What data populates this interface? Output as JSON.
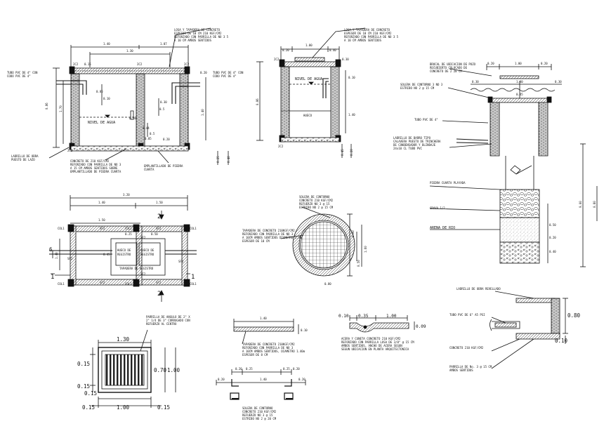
{
  "view1": {
    "dims": {
      "w1": "1.40",
      "w2": "1.07",
      "w3": "1.30",
      "d015": "0.15",
      "d085": "0.85",
      "d020": "0.20",
      "d010": "0.10",
      "d040": "0.40",
      "d030": "0.30",
      "d05": "0.5",
      "h086": "0.86",
      "h170": "1.70",
      "h140": "1.40",
      "h020b": "0.20",
      "h5": "0.5",
      "d044": "0.44",
      "d005": "0.05",
      "d020c": "0.20",
      "d025": "0.25"
    },
    "labels": {
      "losa_title": "LOSA Y TAPADERA DE CONCRETO",
      "losa_1": "ESPESOR DE 10 CM 210 KGF/CM2",
      "losa_2": "REFORZADO CON PARRILLA DE NO 3 5",
      "losa_3": "A 10 CM AMBOS SENTIDOS",
      "tubo_l1": "TUBO PVC DE 4\" CON",
      "tubo_l2": "CODO PVC DE 4\"",
      "tubo_r1": "TUBO PVC DE 4\" CON",
      "tubo_r2": "CODO PVC DE 4\"",
      "nivel": "NIVEL DE AGUA",
      "ladrillo1": "LADRILLO DE OBRA",
      "ladrillo2": "PUESTO DE LAZO",
      "concreto1": "CONCRETO DE 210 KGF/CM2",
      "concreto2": "REFORZADO CON PARRILLA DE NO 3",
      "concreto3": "A 15 CM AMBOS SENTIDOS SOBRE",
      "concreto4": "EMPLANTILLADO DE PIEDRA CUARTA",
      "empl1": "EMPLANTILLADO DE PIEDRA",
      "empl2": "CUARTA",
      "c2": "2C2",
      "c2b": "2C2",
      "c2c": "2C2",
      "c2d": "2C2"
    }
  },
  "view2": {
    "dims": {
      "d020": "0.20",
      "d100": "1.00",
      "d040": "0.40",
      "h086": "0.86",
      "h140": "1.40",
      "h030": "0.30",
      "h010": "0.10",
      "h045": "0.45",
      "h020": "0.20"
    },
    "labels": {
      "losa_title": "LOSA Y TAPADERA DE CONCRETO",
      "losa_1": "ESPESOR DE 10 CM 210 KGF/CM2",
      "losa_2": "REFORZADO CON PARRILLA DE NO 3 5",
      "losa_3": "A 10 CM AMBOS SENTIDOS",
      "nivel": "NIVEL DE AGUA",
      "hueco": "HUECO",
      "c2": "2C2",
      "c2b": "2C2"
    }
  },
  "view3": {
    "dims": {
      "d020": "0.20",
      "d100": "1.00",
      "d020b": "0.20",
      "d030": "0.30",
      "d140": "1.40",
      "d020c": "0.20",
      "d045": "0.45",
      "d030b": "0.30",
      "h900": "9.00",
      "h080": "0.80",
      "h050": "0.50",
      "h020": "0.20",
      "h040": "0.40"
    },
    "labels": {
      "brocal1": "BROCAL DE UBICACION DE POZO",
      "brocal2": "RECUBIERTO COLOCADO DE",
      "brocal3": "CONCRETO DE 2 20 CM",
      "solera1": "SOLERA DE CONTORNO 3 NO 3",
      "solera2": "ESTRIBO NO 2 @ 15 CM",
      "tubo": "TUBO PVC DE 4\"",
      "lad1": "LADRILLO DE BARRO TIPO",
      "lad2": "CALAVERA PUESTO DE TRINCHERA",
      "lad3": "DE CONDENSADOR Y BLINDAJE",
      "lad4": "24x10 CL TUBO PVC",
      "piedra": "PIEDRA CUARTA PLAYADA",
      "grava": "GRAVA 1/2",
      "arena": "ARENA DE RIO"
    }
  },
  "view4": {
    "dims": {
      "total": "3.20",
      "a": "1.40",
      "b": "1.50",
      "c": "1.50",
      "d": "0.25",
      "e": "0.50",
      "f": "1.40",
      "g": "0.45"
    },
    "labels": {
      "c1": "COL1",
      "c1b": "COL1",
      "c1c": "COL1",
      "c1d": "COL1",
      "c1e": "COL1",
      "c1f": "COL1",
      "sf1": "SF2",
      "sf2": "SF2",
      "sf3": "SF2",
      "sf4": "SF2",
      "sf5": "SF2",
      "sf6": "SF2",
      "sf7": "SF2",
      "sf8": "SF2",
      "hueco1": "HUECO DE",
      "hueco1b": "REGISTRO",
      "hueco2": "HUECO DE",
      "hueco2b": "REGISTRO",
      "tapadera": "TAPADERA DE REGISTRO",
      "sec1": "1",
      "sec1b": "1",
      "sec2": "2",
      "sec2b": "2",
      "sec6": "6"
    }
  },
  "view5": {
    "dims": {
      "h060": "0.60",
      "h050": "0.50",
      "h160": "1.60",
      "d080": "0.80"
    },
    "labels": {
      "solera1": "SOLERA DE CONTORNO",
      "solera2": "CONCRETO 210 KGF/CM2",
      "solera3": "REFUERZO NO 3 @ 15",
      "solera4": "ESTRIBO NO 2 @ 15 CM",
      "tap1": "TAPADERA DE CONCRETO 210KGF/CM2",
      "tap2": "REFORZADO CON PARRILLA DE NO 3",
      "tap3": "A 10CM AMBOS SENTIDOS DIAMETRO 1.40",
      "tap4": "ESPESOR DE 10 CM"
    }
  },
  "view6": {
    "dims": {
      "w130": "1.30",
      "w100": "1.00",
      "h015": "0.15",
      "h015b": "0.15",
      "h070": "0.70",
      "h100": "1.00",
      "h015c": "0.15",
      "w015a": "0.15",
      "w015b": "0.15"
    },
    "labels": {
      "parr1": "PARRILLA DE ANGULO DE 2\" X",
      "parr2": "2\" 1/4 DE 3\" CORRUGADO CON",
      "parr3": "REFUERZO AL CENTRO"
    }
  },
  "view7": {
    "dims": {
      "w140": "1.40",
      "h010": "0.10"
    },
    "labels": {
      "tap1": "TAPADERA DE CONCRETO 210KGF/CM2",
      "tap2": "REFORZADO CON PARRILLA DE NO 3",
      "tap3": "A 10CM AMBOS SENTIDOS, DIAMETRO 1.40m",
      "tap4": "ESPESOR DE 8 CM"
    }
  },
  "view8": {
    "dims": {
      "a": "0.20",
      "b": "0.25",
      "c": "1.40",
      "d": "0.25",
      "e": "0.20",
      "f": "0.20",
      "g": "0.20"
    },
    "labels": {
      "solera1": "SOLERA DE CONTORNO",
      "solera2": "CONCRETO 210 KGF/CM2",
      "solera3": "REFUERZO NO 3 @ 15",
      "solera4": "ESTRIBO NO 2 @ 20 CM"
    }
  },
  "view9": {
    "dims": {
      "d010": "0.10",
      "d035": "0.35",
      "d100": "1.00",
      "d009": "0.09"
    },
    "labels": {
      "acera1": "ACERA Y CUNETA CONCRETO 210 KGF/CM2",
      "acera2": "REFORZADO CON PARRILLA LOSA DE 3/8\" @ 15 CM",
      "acera3": "AMBOS SENTIDOS, ANCHO DE ACERA SEGUN",
      "acera4": "SEGUN UBICACION EN PLANTA ARQUITECTONICA"
    }
  },
  "view10": {
    "dims": {
      "h080": "0.80",
      "h010": "0.10"
    },
    "labels": {
      "ladr": "LADRILLO DE OBRA REVELLADO",
      "tubo": "TUBO PVC DE 6\" A5 PSI",
      "conc": "CONCRETO 210 KGF/CM2",
      "parr1": "PARRILLA DE No. 3 @ 15 CM",
      "parr2": "AMBOS SENTIDOS"
    }
  }
}
